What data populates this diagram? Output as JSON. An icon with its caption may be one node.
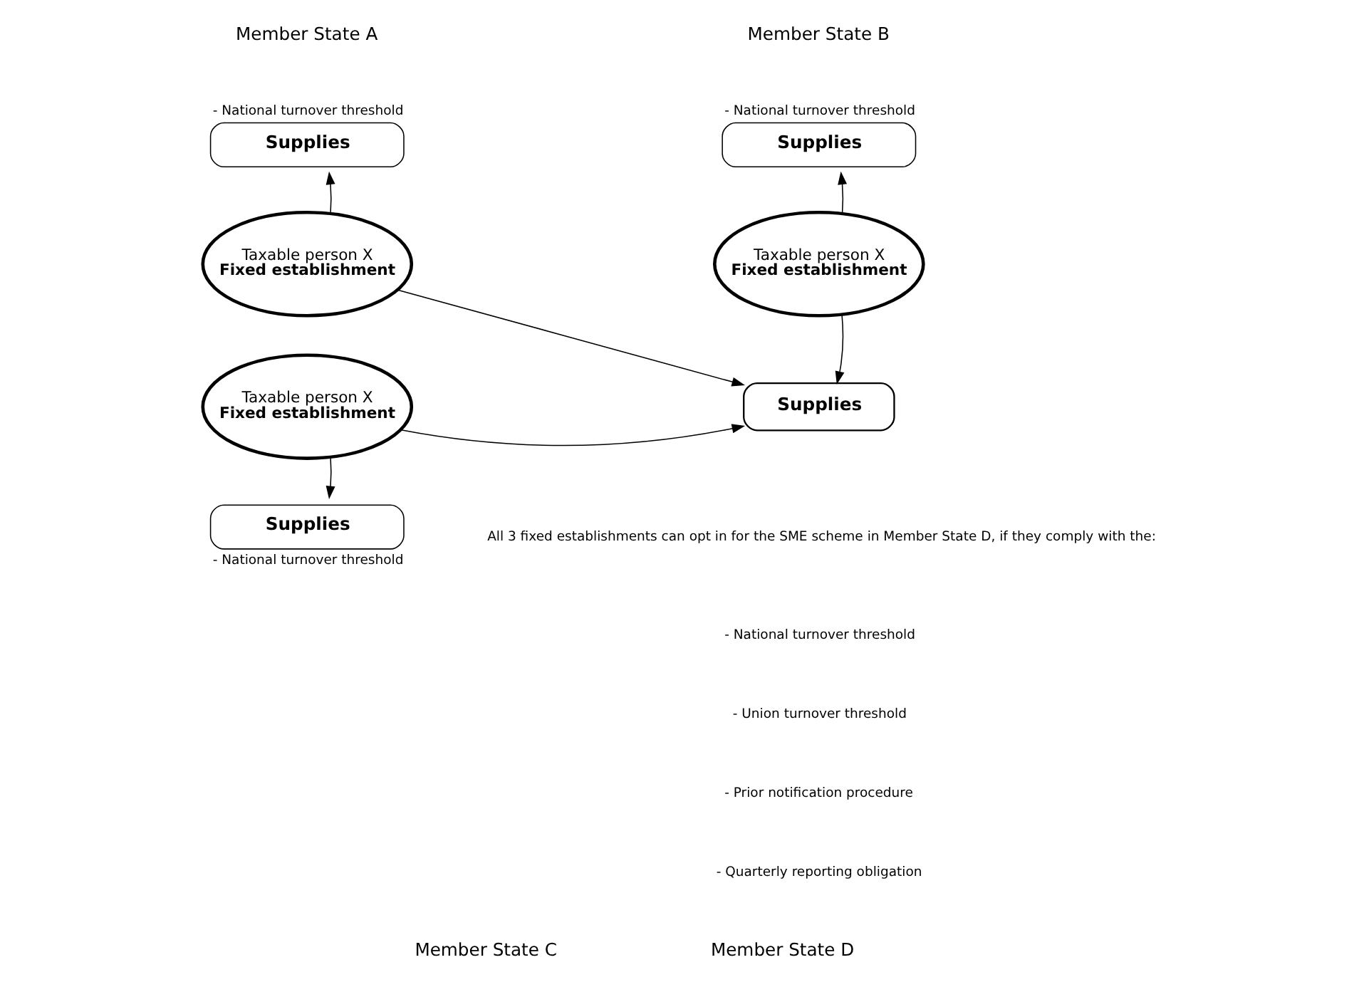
{
  "diagram": {
    "nodes": [
      {
        "text": [
          "Supplies"
        ],
        "beside": [
          "- National turnover threshold"
        ]
      },
      {
        "text": [
          "Taxable person X",
          "Fixed establishment"
        ]
      },
      {
        "text": [
          "Supplies"
        ],
        "beside": [
          "- National turnover threshold"
        ]
      },
      {
        "text": [
          "Taxable person X",
          "Fixed establishment"
        ]
      },
      {
        "text": [
          "Taxable person X",
          "Fixed establishment"
        ]
      },
      {
        "text": [
          "Supplies"
        ]
      },
      {
        "text": [
          "Supplies"
        ],
        "beside": [
          "- National turnover threshold"
        ]
      }
    ],
    "edges": [
      {
        "from": 1,
        "to": 0,
        "arrow": "to"
      },
      {
        "from": 3,
        "to": 2,
        "arrow": "to"
      },
      {
        "from": 1,
        "to": 5,
        "arrow": "to"
      },
      {
        "from": 3,
        "to": 5,
        "arrow": "to"
      },
      {
        "from": 4,
        "to": 5,
        "arrow": "to"
      },
      {
        "from": 4,
        "to": 6,
        "arrow": "to"
      }
    ],
    "labels": [
      "Member State A",
      "Member State B",
      "All 3 fixed establishments can opt in for the SME scheme in Member State D, if they comply with the:",
      "- National turnover threshold",
      "- Union turnover threshold",
      "- Prior notification procedure",
      "- Quarterly reporting obligation",
      "Member State C",
      "Member State D"
    ]
  }
}
